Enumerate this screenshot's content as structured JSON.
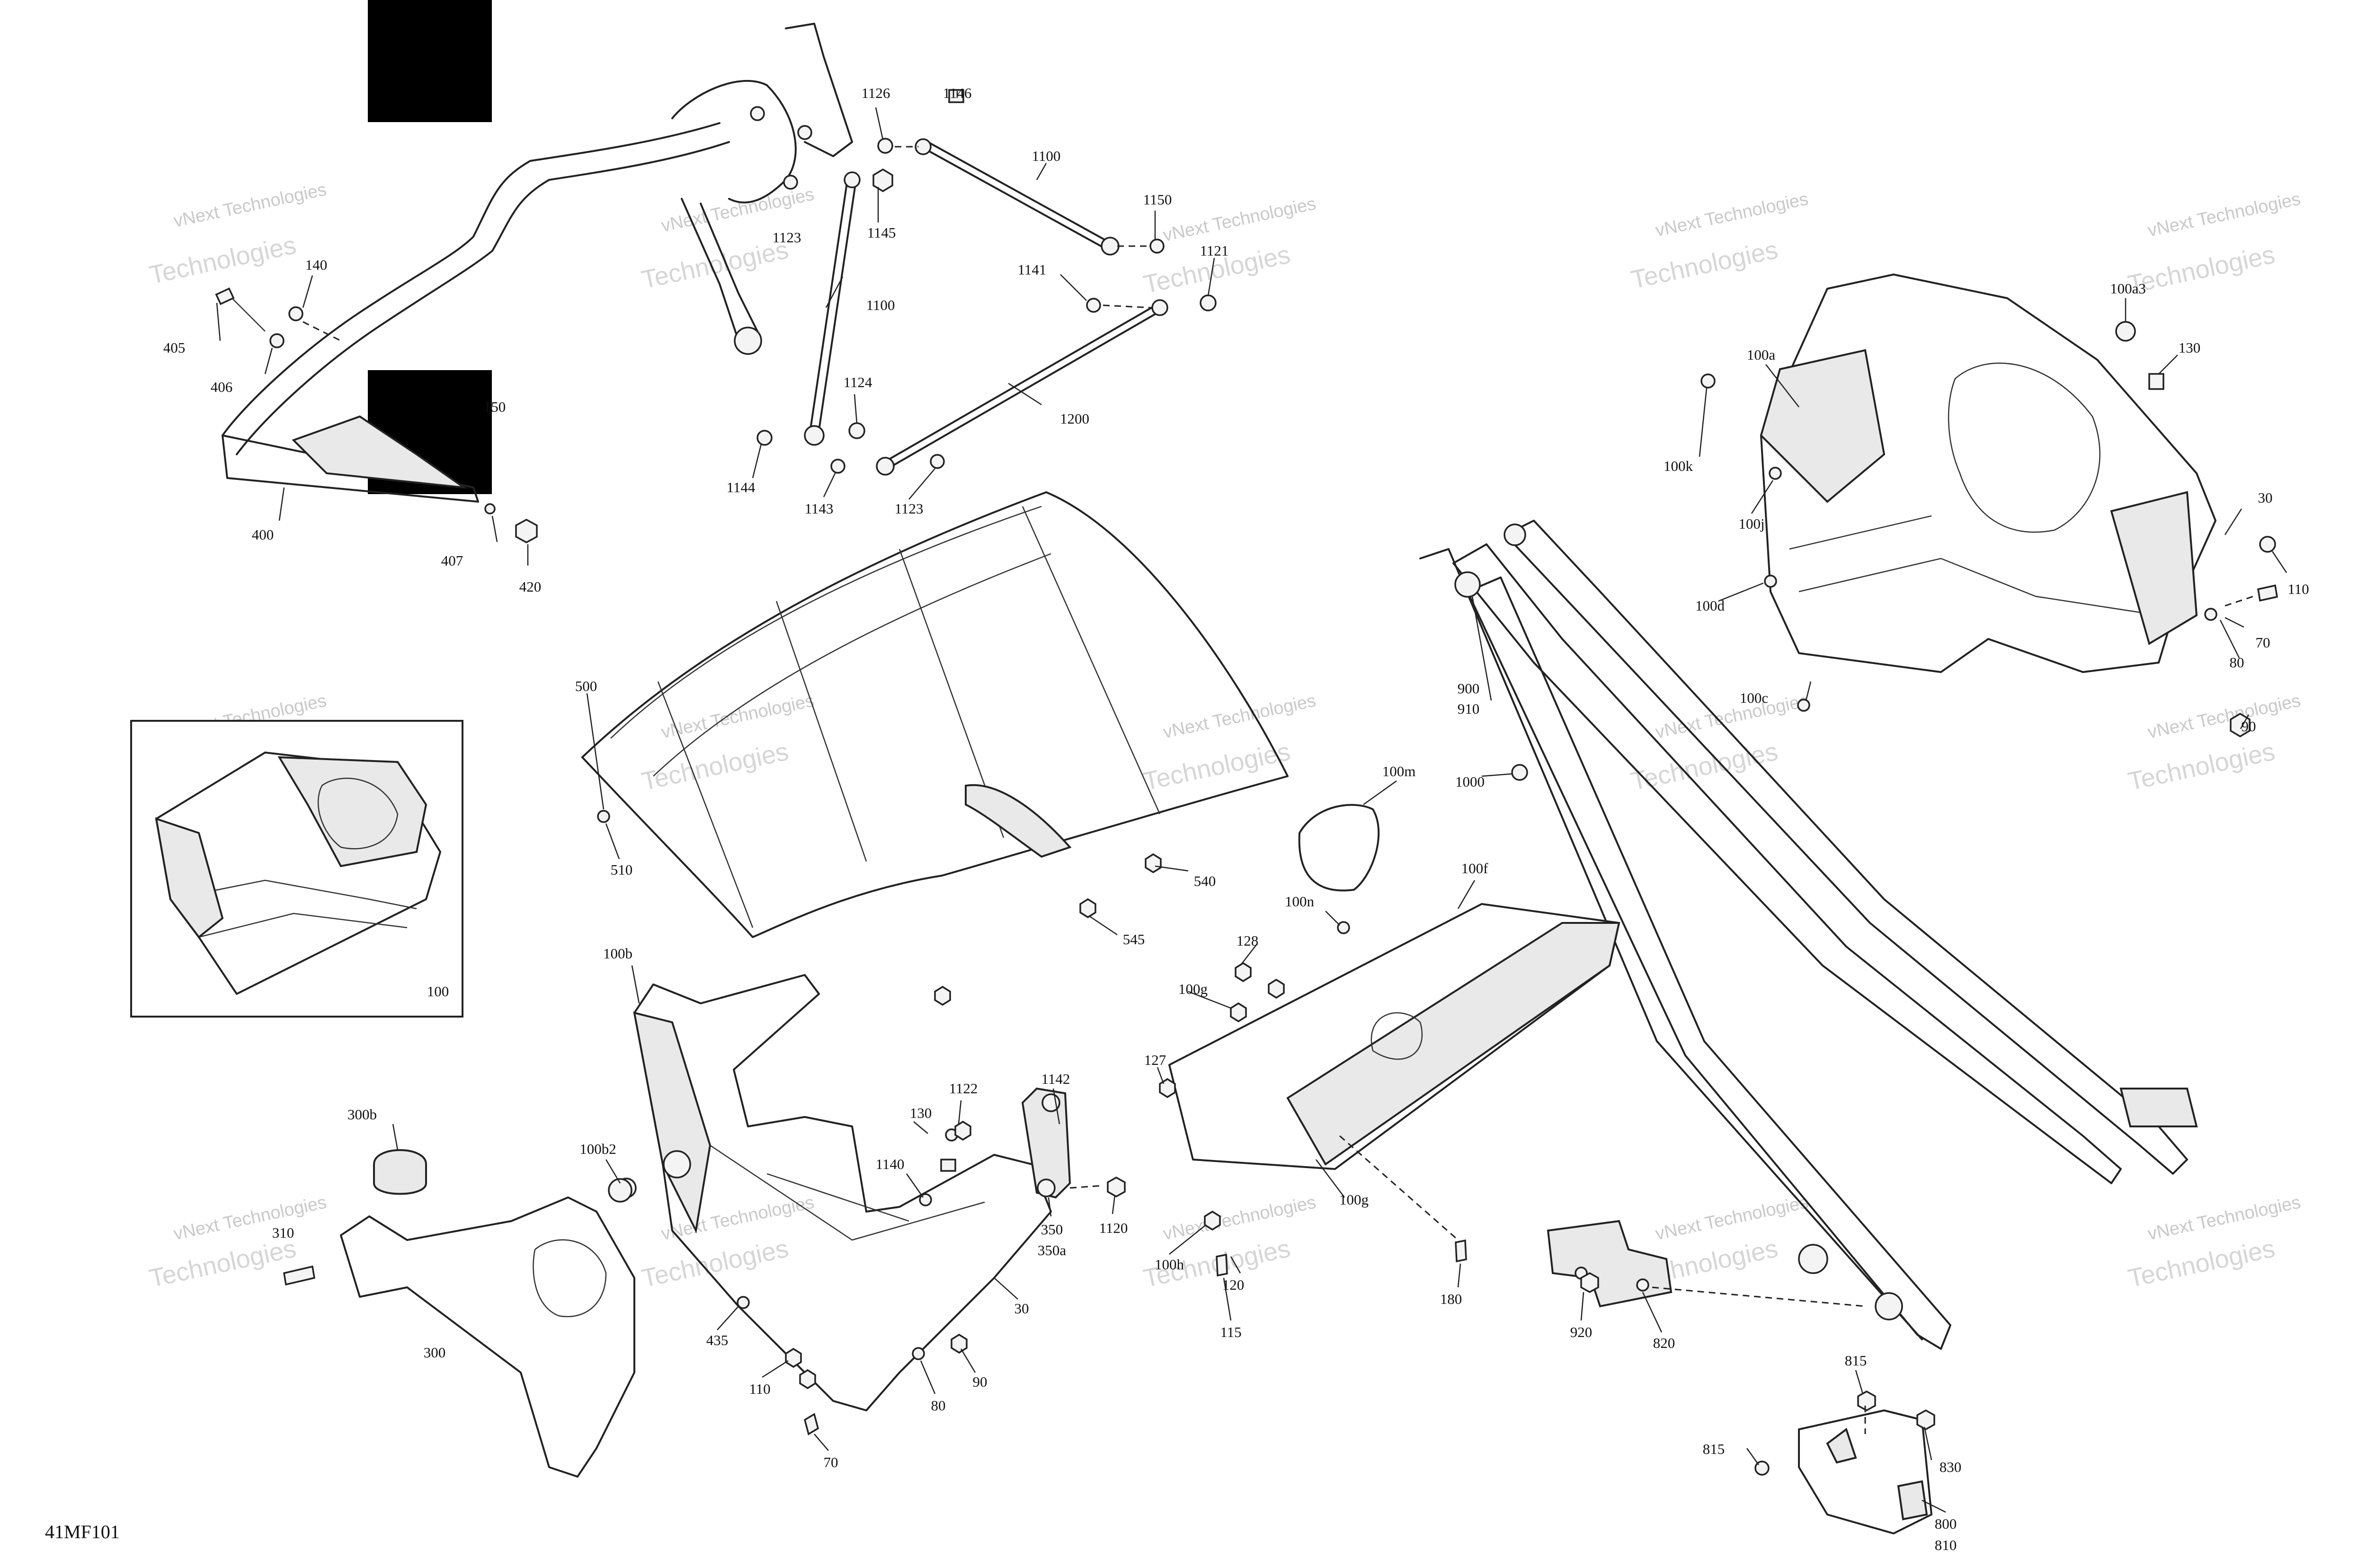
{
  "diagram": {
    "code": "41MF101",
    "watermark": {
      "line1": "vNext Technologies",
      "line2": "Technologies"
    },
    "callouts": [
      "1126",
      "1146",
      "1100",
      "1150",
      "1121",
      "1145",
      "1123",
      "1100",
      "1141",
      "1124",
      "1200",
      "1144",
      "1143",
      "1123",
      "140",
      "405",
      "406",
      "400",
      "407",
      "420",
      "150",
      "100a3",
      "100a",
      "130",
      "100k",
      "100j",
      "30",
      "110",
      "100d",
      "70",
      "80",
      "100c",
      "90",
      "500",
      "510",
      "540",
      "545",
      "100m",
      "1000",
      "900",
      "910",
      "100f",
      "100n",
      "128",
      "100g",
      "127",
      "100g",
      "100",
      "100b",
      "300b",
      "100b2",
      "310",
      "300",
      "130",
      "1122",
      "1142",
      "1140",
      "350",
      "350a",
      "1120",
      "30",
      "435",
      "110",
      "90",
      "80",
      "70",
      "100h",
      "120",
      "115",
      "180",
      "920",
      "820",
      "815",
      "830",
      "815",
      "800",
      "810"
    ]
  }
}
